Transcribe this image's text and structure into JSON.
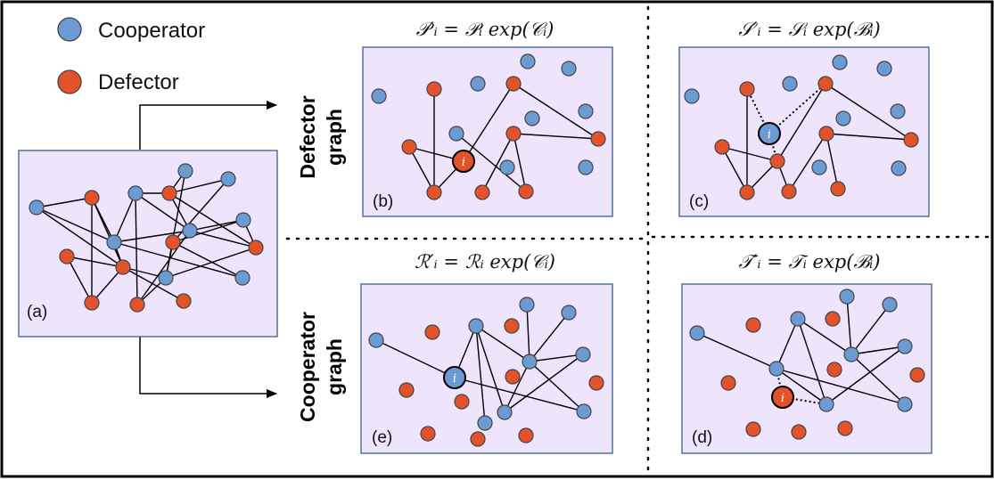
{
  "legend": {
    "cooperator_label": "Cooperator",
    "defector_label": "Defector",
    "cooperator_color": "#6b9bd2",
    "defector_color": "#e2532b"
  },
  "colors": {
    "panel_fill": "#eee4fc",
    "panel_border": "#3a5f8f",
    "edge": "#000000",
    "node_stroke": "#444444"
  },
  "group_labels": {
    "defector_graph_line1": "Defector",
    "defector_graph_line2": "graph",
    "cooperator_graph_line1": "Cooperator",
    "cooperator_graph_line2": "graph"
  },
  "panels": {
    "a": {
      "label": "(a)"
    },
    "b": {
      "label": "(b)",
      "formula": "𝒫′ᵢ = 𝒫ᵢ exp(𝒞ᵢ)"
    },
    "c": {
      "label": "(c)",
      "formula": "𝒮′ᵢ = 𝒮ᵢ exp(ℬᵢ)"
    },
    "e": {
      "label": "(e)",
      "formula": "ℛ′ᵢ = ℛᵢ exp(𝒞ᵢ)"
    },
    "d": {
      "label": "(d)",
      "formula": "𝒯′ᵢ = 𝒯ᵢ exp(ℬᵢ)"
    }
  },
  "focal_node_letter": "i"
}
